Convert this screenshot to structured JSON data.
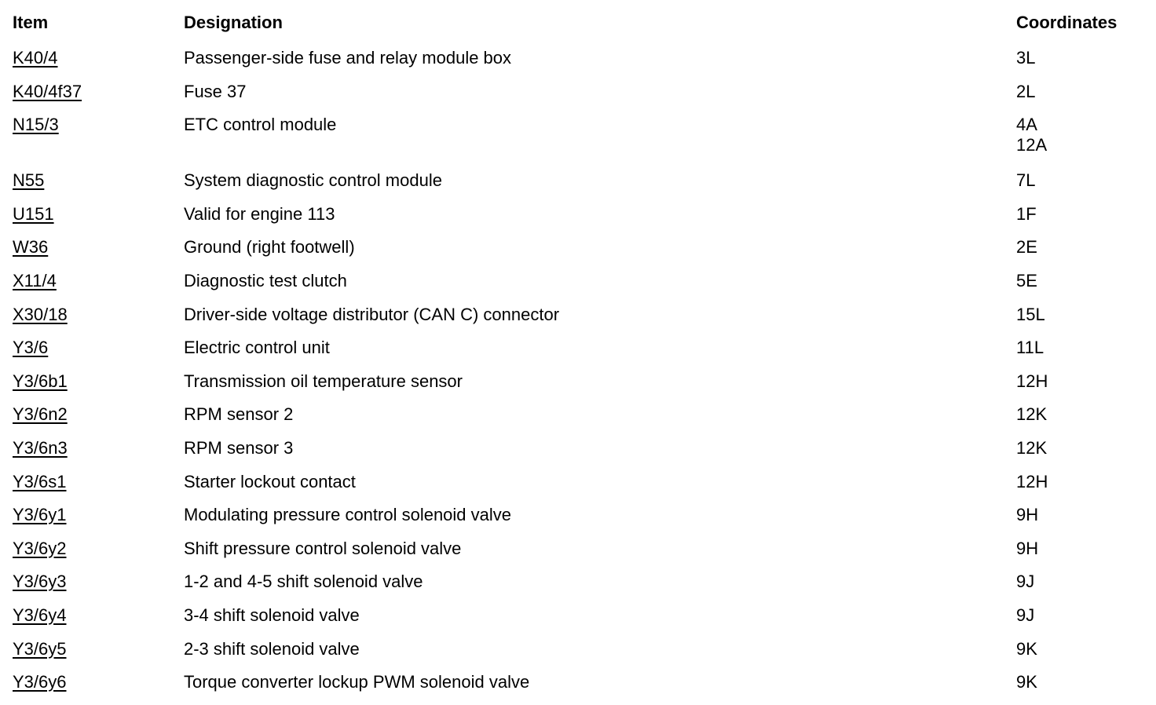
{
  "table": {
    "headers": {
      "item": "Item",
      "designation": "Designation",
      "coordinates": "Coordinates"
    },
    "rows": [
      {
        "item": "K40/4",
        "designation": "Passenger-side fuse and relay module box",
        "coordinates": [
          "3L"
        ]
      },
      {
        "item": "K40/4f37",
        "designation": "Fuse 37",
        "coordinates": [
          "2L"
        ]
      },
      {
        "item": "N15/3",
        "designation": "ETC control module",
        "coordinates": [
          "4A",
          "12A"
        ]
      },
      {
        "item": "N55",
        "designation": "System diagnostic control module",
        "coordinates": [
          "7L"
        ]
      },
      {
        "item": "U151",
        "designation": "Valid for engine 113",
        "coordinates": [
          "1F"
        ]
      },
      {
        "item": "W36",
        "designation": "Ground (right footwell)",
        "coordinates": [
          "2E"
        ]
      },
      {
        "item": "X11/4",
        "designation": "Diagnostic test clutch",
        "coordinates": [
          "5E"
        ]
      },
      {
        "item": "X30/18",
        "designation": "Driver-side voltage distributor (CAN C) connector",
        "coordinates": [
          "15L"
        ]
      },
      {
        "item": "Y3/6",
        "designation": "Electric control unit",
        "coordinates": [
          "11L"
        ]
      },
      {
        "item": "Y3/6b1",
        "designation": "Transmission oil temperature sensor",
        "coordinates": [
          "12H"
        ]
      },
      {
        "item": "Y3/6n2",
        "designation": "RPM sensor 2",
        "coordinates": [
          "12K"
        ]
      },
      {
        "item": "Y3/6n3",
        "designation": "RPM sensor 3",
        "coordinates": [
          "12K"
        ]
      },
      {
        "item": "Y3/6s1",
        "designation": "Starter lockout contact",
        "coordinates": [
          "12H"
        ]
      },
      {
        "item": "Y3/6y1",
        "designation": "Modulating pressure control solenoid valve",
        "coordinates": [
          "9H"
        ]
      },
      {
        "item": "Y3/6y2",
        "designation": "Shift pressure control solenoid valve",
        "coordinates": [
          "9H"
        ]
      },
      {
        "item": "Y3/6y3",
        "designation": "1-2 and 4-5 shift solenoid valve",
        "coordinates": [
          "9J"
        ]
      },
      {
        "item": "Y3/6y4",
        "designation": "3-4 shift solenoid valve",
        "coordinates": [
          "9J"
        ]
      },
      {
        "item": "Y3/6y5",
        "designation": "2-3 shift solenoid valve",
        "coordinates": [
          "9K"
        ]
      },
      {
        "item": "Y3/6y6",
        "designation": "Torque converter lockup PWM solenoid valve",
        "coordinates": [
          "9K"
        ]
      }
    ]
  }
}
